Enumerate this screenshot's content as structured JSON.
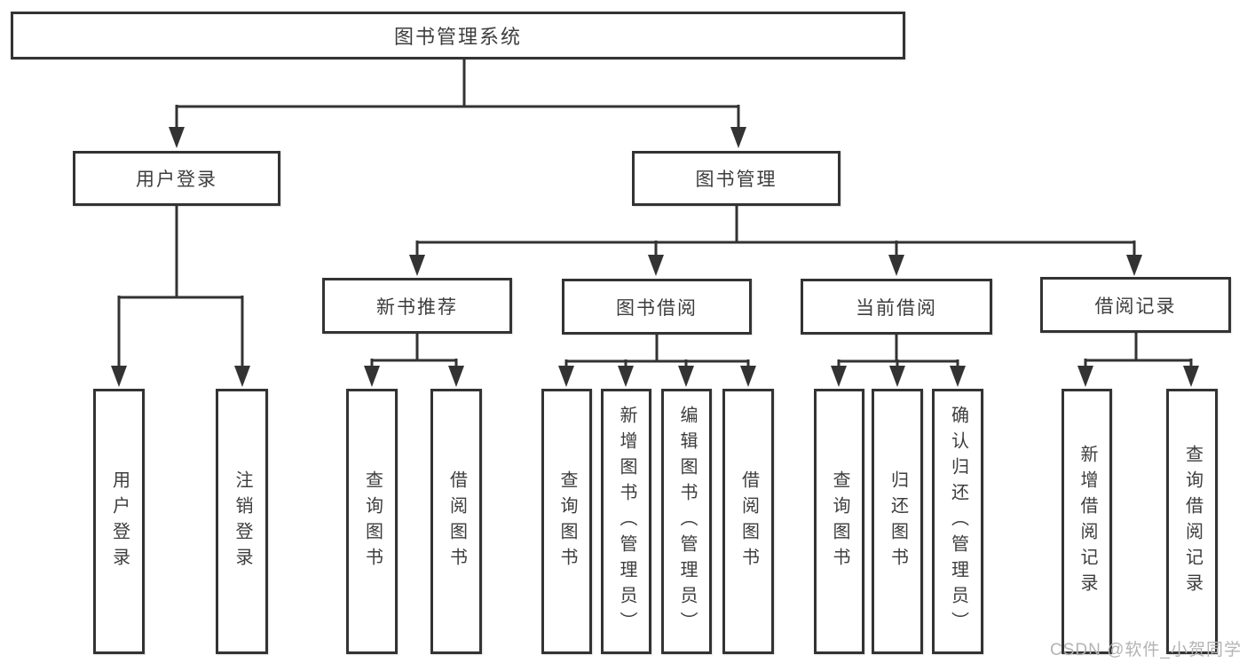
{
  "diagram": {
    "root": {
      "label": "图书管理系统"
    },
    "level2": [
      {
        "label": "用户登录"
      },
      {
        "label": "图书管理"
      }
    ],
    "level3": [
      {
        "label": "新书推荐",
        "parent": "图书管理"
      },
      {
        "label": "图书借阅",
        "parent": "图书管理"
      },
      {
        "label": "当前借阅",
        "parent": "图书管理"
      },
      {
        "label": "借阅记录",
        "parent": "图书管理"
      }
    ],
    "leaves": [
      {
        "label": "用户登录",
        "parent": "用户登录"
      },
      {
        "label": "注销登录",
        "parent": "用户登录"
      },
      {
        "label": "查询图书",
        "parent": "新书推荐"
      },
      {
        "label": "借阅图书",
        "parent": "新书推荐"
      },
      {
        "label": "查询图书",
        "parent": "图书借阅"
      },
      {
        "label": "新增图书（管理员）",
        "parent": "图书借阅"
      },
      {
        "label": "编辑图书（管理员）",
        "parent": "图书借阅"
      },
      {
        "label": "借阅图书",
        "parent": "图书借阅"
      },
      {
        "label": "查询图书",
        "parent": "当前借阅"
      },
      {
        "label": "归还图书",
        "parent": "当前借阅"
      },
      {
        "label": "确认归还（管理员）",
        "parent": "当前借阅"
      },
      {
        "label": "新增借阅记录",
        "parent": "借阅记录"
      },
      {
        "label": "查询借阅记录",
        "parent": "借阅记录"
      }
    ],
    "colors": {
      "line": "#333333",
      "border": "#333333",
      "text": "#3d3d3d",
      "background": "#ffffff",
      "watermark": "#b3b3b3"
    }
  },
  "watermark": {
    "text": "CSDN @软件_小贺同学"
  }
}
